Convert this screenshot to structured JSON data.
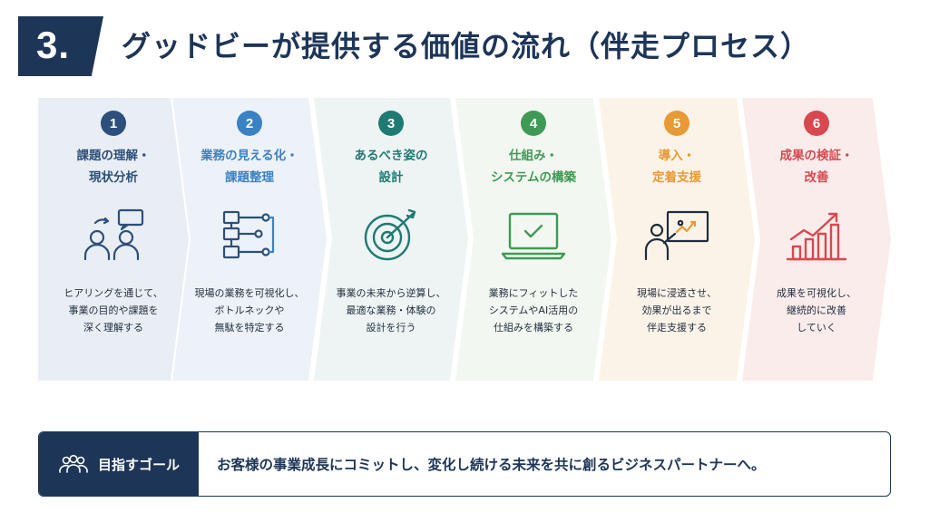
{
  "header": {
    "number": "3.",
    "title": "グッドビーが提供する価値の流れ（伴走プロセス）"
  },
  "steps": [
    {
      "num": "1",
      "title1": "課題の理解・",
      "title2": "現状分析",
      "icon": "consultation-people-icon",
      "desc1": "ヒアリングを通じて、",
      "desc2": "事業の目的や課題を",
      "desc3": "深く理解する",
      "accent": "#2c4f7c",
      "bg": "#e9eef4"
    },
    {
      "num": "2",
      "title1": "業務の見える化・",
      "title2": "課題整理",
      "icon": "flowchart-icon",
      "desc1": "現場の業務を可視化し、",
      "desc2": "ボトルネックや",
      "desc3": "無駄を特定する",
      "accent": "#3b82c4",
      "bg": "#edf2f8"
    },
    {
      "num": "3",
      "title1": "あるべき姿の",
      "title2": "設計",
      "icon": "target-icon",
      "desc1": "事業の未来から逆算し、",
      "desc2": "最適な業務・体験の",
      "desc3": "設計を行う",
      "accent": "#1f7a73",
      "bg": "#eef4f4"
    },
    {
      "num": "4",
      "title1": "仕組み・",
      "title2": "システムの構築",
      "icon": "laptop-check-icon",
      "desc1": "業務にフィットした",
      "desc2": "システムやAI活用の",
      "desc3": "仕組みを構築する",
      "accent": "#3f9a56",
      "bg": "#f3f7f1"
    },
    {
      "num": "5",
      "title1": "導入・",
      "title2": "定着支援",
      "icon": "presentation-icon",
      "desc1": "現場に浸透させ、",
      "desc2": "効果が出るまで",
      "desc3": "伴走支援する",
      "accent": "#e79a36",
      "bg": "#fcf3e8"
    },
    {
      "num": "6",
      "title1": "成果の検証・",
      "title2": "改善",
      "icon": "growth-chart-icon",
      "desc1": "成果を可視化し、",
      "desc2": "継続的に改善",
      "desc3": "していく",
      "accent": "#d9484f",
      "bg": "#fbecec"
    }
  ],
  "goal": {
    "label": "目指すゴール",
    "text": "お客様の事業成長にコミットし、変化し続ける未来を共に創るビジネスパートナーへ。"
  }
}
